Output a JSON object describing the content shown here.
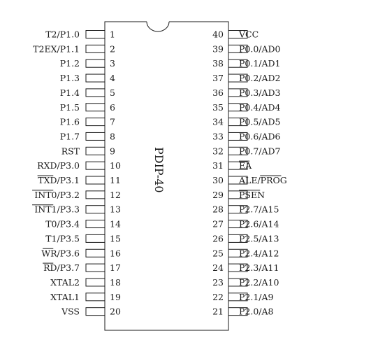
{
  "package_label": "PDIP-40",
  "left_pins": [
    {
      "num": "1",
      "name": "T2/P1.0",
      "bar": []
    },
    {
      "num": "2",
      "name": "T2EX/P1.1",
      "bar": []
    },
    {
      "num": "3",
      "name": "P1.2",
      "bar": []
    },
    {
      "num": "4",
      "name": "P1.3",
      "bar": []
    },
    {
      "num": "5",
      "name": "P1.4",
      "bar": []
    },
    {
      "num": "6",
      "name": "P1.5",
      "bar": []
    },
    {
      "num": "7",
      "name": "P1.6",
      "bar": []
    },
    {
      "num": "8",
      "name": "P1.7",
      "bar": []
    },
    {
      "num": "9",
      "name": "RST",
      "bar": []
    },
    {
      "num": "10",
      "name": "RXD/P3.0",
      "bar": []
    },
    {
      "num": "11",
      "name": "TXD/P3.1",
      "bar": [
        0,
        3
      ]
    },
    {
      "num": "12",
      "name": "INT0/P3.2",
      "bar": [
        0,
        4
      ]
    },
    {
      "num": "13",
      "name": "INT1/P3.3",
      "bar": [
        0,
        4
      ]
    },
    {
      "num": "14",
      "name": "T0/P3.4",
      "bar": []
    },
    {
      "num": "15",
      "name": "T1/P3.5",
      "bar": []
    },
    {
      "num": "16",
      "name": "WR/P3.6",
      "bar": [
        0,
        2
      ]
    },
    {
      "num": "17",
      "name": "RD/P3.7",
      "bar": [
        0,
        2
      ]
    },
    {
      "num": "18",
      "name": "XTAL2",
      "bar": []
    },
    {
      "num": "19",
      "name": "XTAL1",
      "bar": []
    },
    {
      "num": "20",
      "name": "VSS",
      "bar": []
    }
  ],
  "right_pins": [
    {
      "num": "40",
      "name": "VCC",
      "bar": []
    },
    {
      "num": "39",
      "name": "P0.0/AD0",
      "bar": []
    },
    {
      "num": "38",
      "name": "P0.1/AD1",
      "bar": []
    },
    {
      "num": "37",
      "name": "P0.2/AD2",
      "bar": []
    },
    {
      "num": "36",
      "name": "P0.3/AD3",
      "bar": []
    },
    {
      "num": "35",
      "name": "P0.4/AD4",
      "bar": []
    },
    {
      "num": "34",
      "name": "P0.5/AD5",
      "bar": []
    },
    {
      "num": "33",
      "name": "P0.6/AD6",
      "bar": []
    },
    {
      "num": "32",
      "name": "P0.7/AD7",
      "bar": []
    },
    {
      "num": "31",
      "name": "EA",
      "bar": [
        0,
        2
      ]
    },
    {
      "num": "30",
      "name": "ALE/PROG",
      "bar": [
        4,
        8
      ]
    },
    {
      "num": "29",
      "name": "PSEN",
      "bar": [
        0,
        4
      ]
    },
    {
      "num": "28",
      "name": "P2.7/A15",
      "bar": []
    },
    {
      "num": "27",
      "name": "P2.6/A14",
      "bar": []
    },
    {
      "num": "26",
      "name": "P2.5/A13",
      "bar": []
    },
    {
      "num": "25",
      "name": "P2.4/A12",
      "bar": []
    },
    {
      "num": "24",
      "name": "P2.3/A11",
      "bar": []
    },
    {
      "num": "23",
      "name": "P2.2/A10",
      "bar": []
    },
    {
      "num": "22",
      "name": "P2.1/A9",
      "bar": []
    },
    {
      "num": "21",
      "name": "P2.0/A8",
      "bar": []
    }
  ]
}
